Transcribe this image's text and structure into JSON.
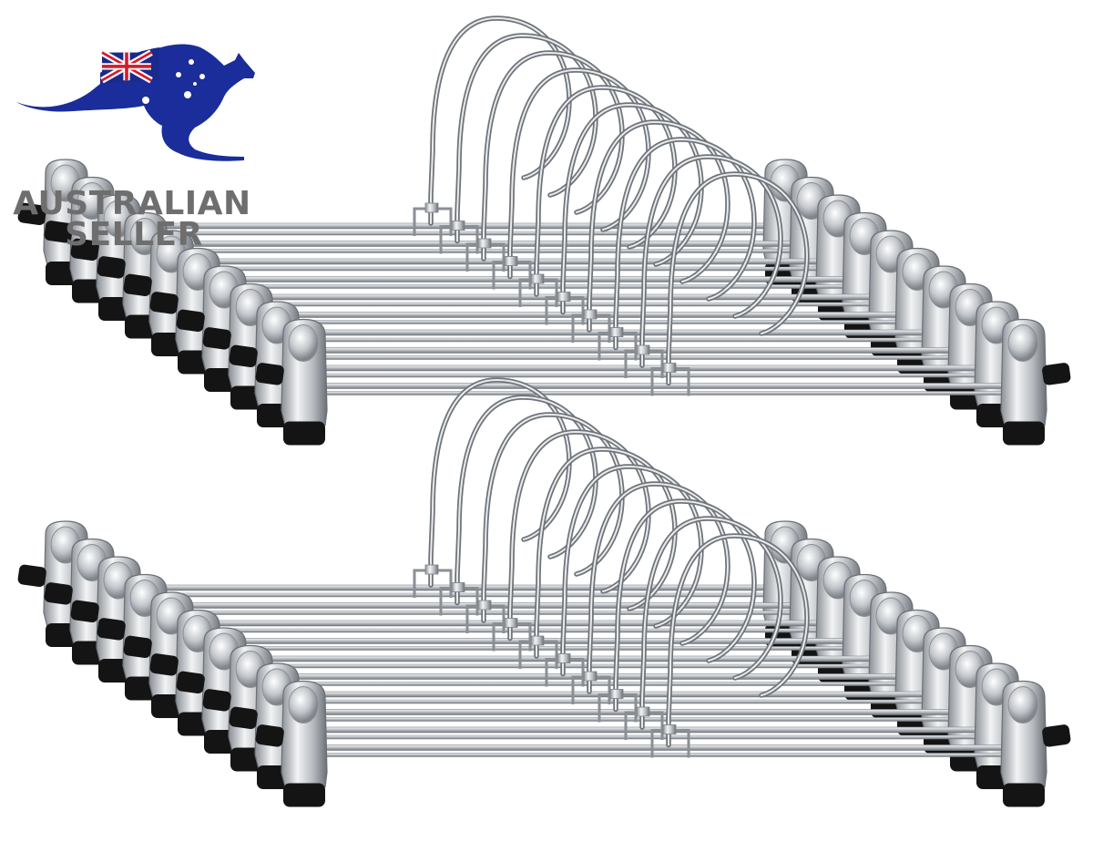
{
  "badge": {
    "line1": "AUSTRALIAN",
    "line2": "SELLER",
    "kangaroo_color": "#1a2d9b",
    "flag": {
      "blue": "#1a2a8c",
      "red": "#d61a2a",
      "white": "#ffffff"
    },
    "icon": "kangaroo-australian-flag-icon"
  },
  "product": {
    "item": "clip-hanger",
    "stacks": 2,
    "hangers_per_stack": 10,
    "colors": {
      "chrome": "#c9cdd1",
      "chrome_dark": "#7b8086",
      "clip_tip": "#141414"
    }
  }
}
